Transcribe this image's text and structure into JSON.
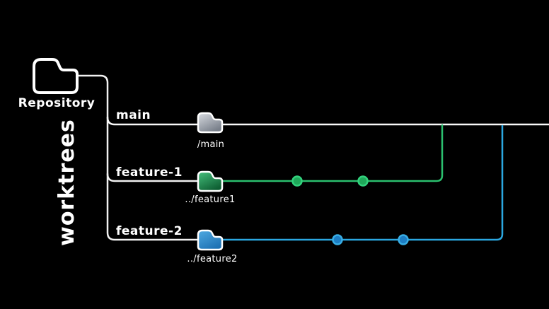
{
  "diagram": {
    "repository_label": "Repository",
    "worktrees_label": "worktrees"
  },
  "branches": [
    {
      "name": "main",
      "path_label": "/main",
      "commits": 0
    },
    {
      "name": "feature-1",
      "path_label": "../feature1",
      "commits": 2
    },
    {
      "name": "feature-2",
      "path_label": "../feature2",
      "commits": 2
    }
  ],
  "colors": {
    "background": "#000000",
    "outline": "#ffffff",
    "tree_line": "#f2f2f2",
    "main_line": "#fafafa",
    "green_line": "#2bc06e",
    "blue_line": "#2ba7e0",
    "dot_green_fill": "#1fa85a",
    "dot_green_ring": "#32d27d",
    "dot_blue_fill": "#1d7ec4",
    "dot_blue_ring": "#38ade4",
    "folder_gray_top": "#d9dce1",
    "folder_gray_bottom": "#787f8a",
    "folder_green_top": "#45c07c",
    "folder_green_bottom": "#0e5f33",
    "folder_blue_top": "#50aae2",
    "folder_blue_bottom": "#1e72b4"
  }
}
